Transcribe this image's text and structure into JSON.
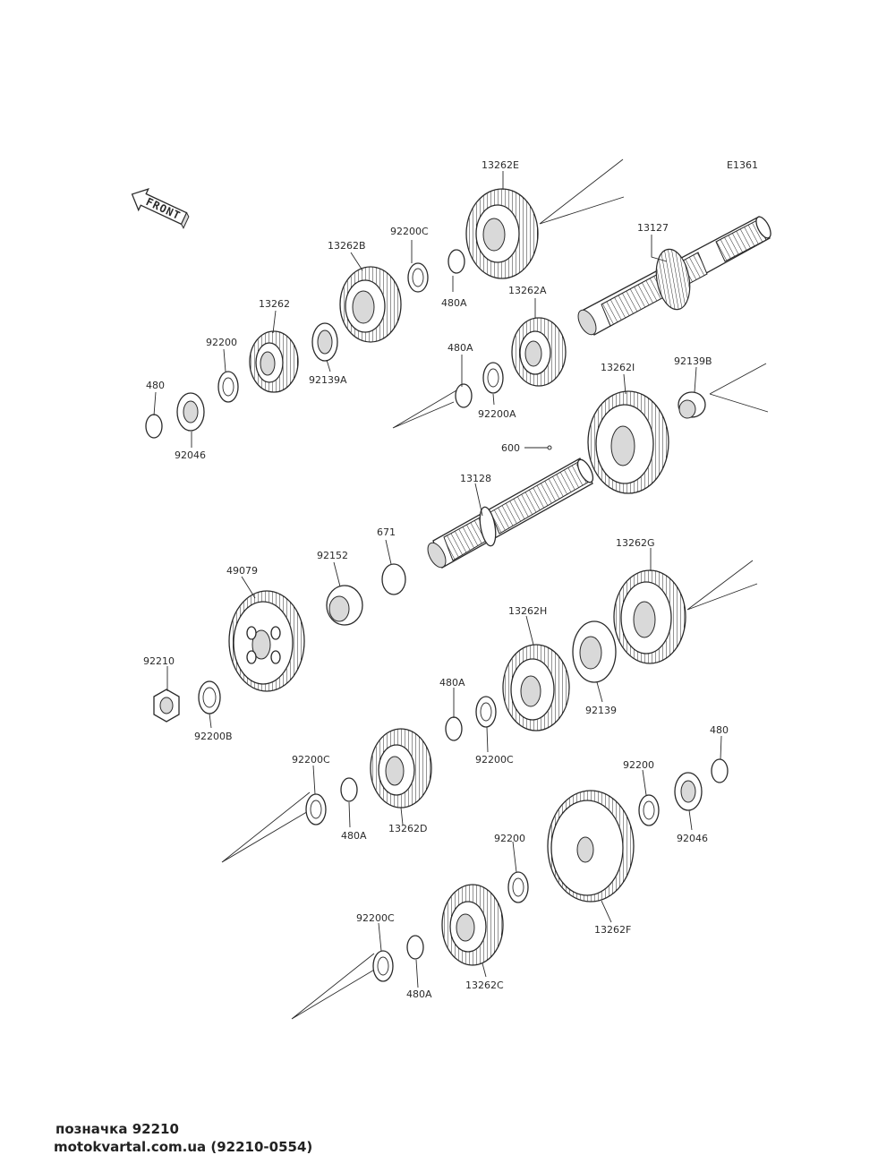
{
  "diagram": {
    "code": "E1361",
    "front_label": "FRONT",
    "parts": [
      {
        "key": "p13262E_top",
        "label": "13262E"
      },
      {
        "key": "p13127",
        "label": "13127"
      },
      {
        "key": "p92200C_top",
        "label": "92200C"
      },
      {
        "key": "p480A_top",
        "label": "480A"
      },
      {
        "key": "p13262B",
        "label": "13262B"
      },
      {
        "key": "p13262A",
        "label": "13262A"
      },
      {
        "key": "p13262",
        "label": "13262"
      },
      {
        "key": "p92139A",
        "label": "92139A"
      },
      {
        "key": "p92200",
        "label": "92200"
      },
      {
        "key": "p480A_mid",
        "label": "480A"
      },
      {
        "key": "p92200A",
        "label": "92200A"
      },
      {
        "key": "p13262I",
        "label": "13262I"
      },
      {
        "key": "p92139B",
        "label": "92139B"
      },
      {
        "key": "p480",
        "label": "480"
      },
      {
        "key": "p92046",
        "label": "92046"
      },
      {
        "key": "p600",
        "label": "600"
      },
      {
        "key": "p13128",
        "label": "13128"
      },
      {
        "key": "p671",
        "label": "671"
      },
      {
        "key": "p92152",
        "label": "92152"
      },
      {
        "key": "p49079",
        "label": "49079"
      },
      {
        "key": "p13262G",
        "label": "13262G"
      },
      {
        "key": "p13262H",
        "label": "13262H"
      },
      {
        "key": "p92210",
        "label": "92210"
      },
      {
        "key": "p480A_low",
        "label": "480A"
      },
      {
        "key": "p92139",
        "label": "92139"
      },
      {
        "key": "p92200B",
        "label": "92200B"
      },
      {
        "key": "p92200C_low",
        "label": "92200C"
      },
      {
        "key": "p92200C_low2",
        "label": "92200C"
      },
      {
        "key": "p480_low",
        "label": "480"
      },
      {
        "key": "p92200_low",
        "label": "92200"
      },
      {
        "key": "p480A_d",
        "label": "480A"
      },
      {
        "key": "p13262D",
        "label": "13262D"
      },
      {
        "key": "p92046_low",
        "label": "92046"
      },
      {
        "key": "p92200_low2",
        "label": "92200"
      },
      {
        "key": "p92200C_bot",
        "label": "92200C"
      },
      {
        "key": "p13262F",
        "label": "13262F"
      },
      {
        "key": "p480A_bot",
        "label": "480A"
      },
      {
        "key": "p13262C",
        "label": "13262C"
      }
    ]
  },
  "footer": {
    "line1": "позначка 92210",
    "line2": "motokvartal.com.ua (92210-0554)"
  }
}
